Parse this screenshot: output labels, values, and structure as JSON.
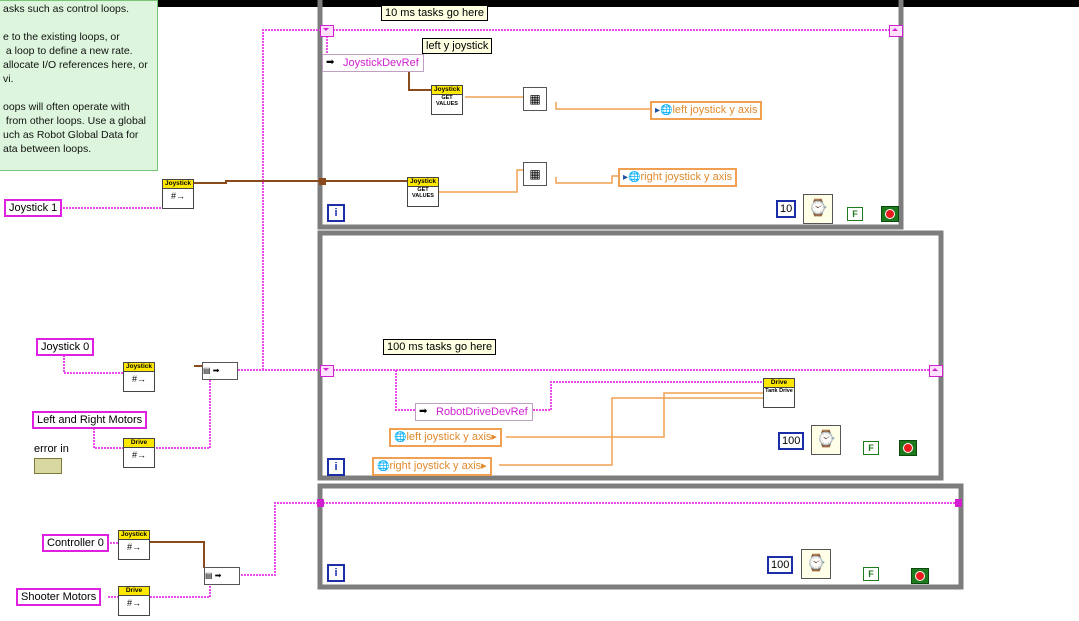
{
  "comment_lines": [
    "asks such as control loops.",
    "",
    "e to the existing loops, or",
    " a loop to define a new rate.",
    "allocate I/O references here, or",
    "vi.",
    "",
    "oops will often operate with",
    " from other loops. Use a global",
    "uch as Robot Global Data for",
    "ata between loops."
  ],
  "loop_10ms": {
    "title": "10 ms tasks go here",
    "caption": "left y joystick",
    "ref_name": "JoystickDevRef",
    "get_values_label": "GET VALUES",
    "out_left": "left joystick y axis",
    "out_right": "right joystick y axis",
    "wait_ms": "10",
    "stop_const": "F",
    "iter": "i"
  },
  "loop_100ms": {
    "title": "100 ms tasks go here",
    "ref_name": "RobotDriveDevRef",
    "tank_drive_label": "Drive",
    "tank_drive_body": "Tank Drive",
    "in_left": "left joystick y axis",
    "in_right": "right joystick y axis",
    "wait_ms": "100",
    "stop_const": "F",
    "iter": "i"
  },
  "loop_bottom": {
    "wait_ms": "100",
    "stop_const": "F",
    "iter": "i"
  },
  "controls": {
    "joystick1": "Joystick 1",
    "joystick0": "Joystick 0",
    "left_right_motors": "Left and Right Motors",
    "error_in": "error in",
    "controller0": "Controller 0",
    "shooter_motors": "Shooter Motors"
  },
  "vi_headers": {
    "joystick": "Joystick",
    "drive": "Drive"
  },
  "colors": {
    "refwire": "#ea4bea",
    "orange": "#f0a050",
    "brown": "#8a4a1c",
    "loop_frame": "#7d7d7d"
  }
}
